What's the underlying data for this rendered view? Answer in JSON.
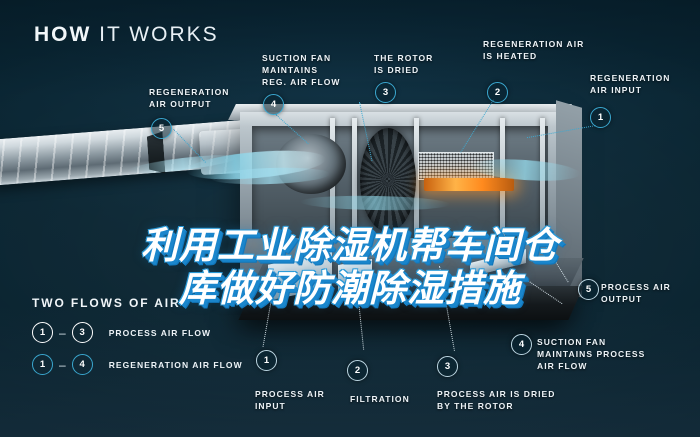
{
  "title": {
    "bold": "HOW",
    "light": "IT WORKS"
  },
  "headline": {
    "line1": "利用工业除湿机帮车间仓",
    "line2": "库做好防潮除湿措施"
  },
  "colors": {
    "background_top": "#07202c",
    "background_bottom": "#22384a",
    "accent_cyan": "#3aa7cf",
    "airflow": "#84d4ea",
    "heater_glow": "#ff9628",
    "headline_fill": "#ffffff",
    "headline_shadow": "#1a86cc"
  },
  "callouts": [
    {
      "id": "regeneration-air-output",
      "number": "5",
      "text": "REGENERATION\nAIR OUTPUT"
    },
    {
      "id": "suction-fan-reg",
      "number": "4",
      "text": "SUCTION FAN\nMAINTAINS\nREG. AIR FLOW"
    },
    {
      "id": "rotor-is-dried",
      "number": "3",
      "text": "THE ROTOR\nIS DRIED"
    },
    {
      "id": "regeneration-air-heated",
      "number": "2",
      "text": "REGENERATION AIR\nIS HEATED"
    },
    {
      "id": "regeneration-air-input",
      "number": "1",
      "text": "REGENERATION\nAIR INPUT"
    },
    {
      "id": "process-air-output",
      "number": "5",
      "text": "PROCESS AIR\nOUTPUT"
    },
    {
      "id": "suction-fan-process",
      "number": "4",
      "text": "SUCTION FAN\nMAINTAINS PROCESS\nAIR FLOW"
    },
    {
      "id": "process-air-input",
      "number": "1",
      "text": "PROCESS AIR\nINPUT"
    },
    {
      "id": "filtration",
      "number": "2",
      "text": "FILTRATION"
    },
    {
      "id": "process-air-dried",
      "number": "3",
      "text": "PROCESS AIR IS DRIED\nBY THE ROTOR"
    }
  ],
  "legend": {
    "heading": "TWO FLOWS OF AIR",
    "rows": [
      {
        "from": "1",
        "dash": "–",
        "to": "3",
        "label": "PROCESS AIR FLOW",
        "style": "white"
      },
      {
        "from": "1",
        "dash": "–",
        "to": "4",
        "label": "REGENERATION AIR FLOW",
        "style": "cyan"
      }
    ]
  }
}
